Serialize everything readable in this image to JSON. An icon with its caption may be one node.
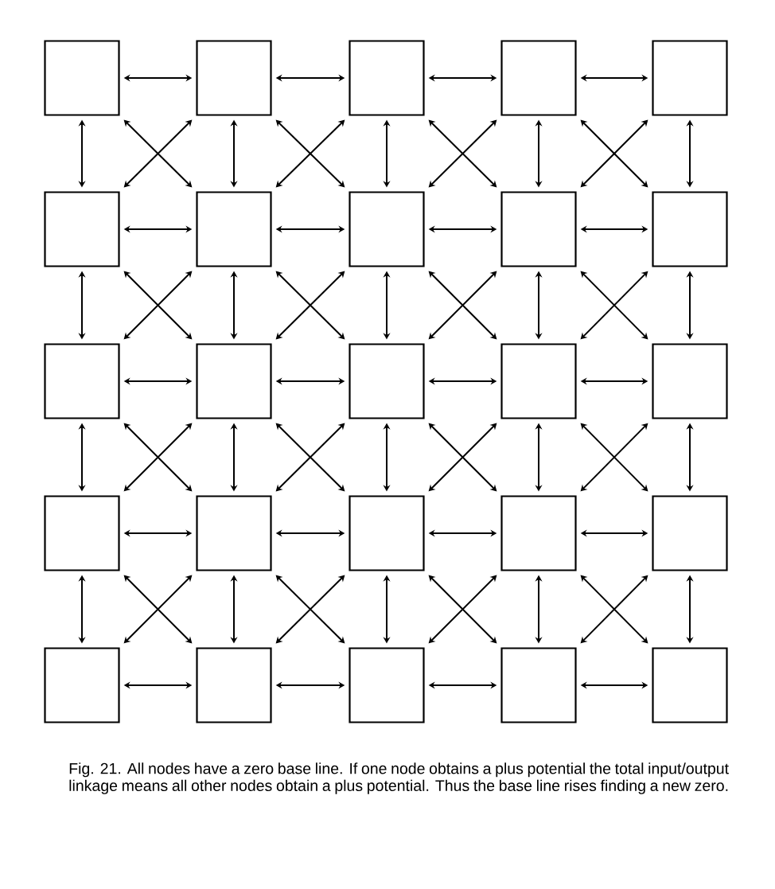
{
  "diagram": {
    "caption": "Fig. 21. All nodes have a zero base line. If one node obtains a plus potential the total input/output linkage means all other nodes obtain a plus potential. Thus the base line rises finding a new zero.",
    "nodes": [
      {
        "text": [],
        "shape": "box"
      },
      {
        "text": [],
        "shape": "box"
      },
      {
        "text": [],
        "shape": "box"
      },
      {
        "text": [],
        "shape": "box"
      },
      {
        "text": [],
        "shape": "box"
      },
      {
        "text": [],
        "shape": "box"
      },
      {
        "text": [],
        "shape": "box"
      },
      {
        "text": [],
        "shape": "box"
      },
      {
        "text": [],
        "shape": "box"
      },
      {
        "text": [],
        "shape": "box"
      },
      {
        "text": [],
        "shape": "box"
      },
      {
        "text": [],
        "shape": "box"
      },
      {
        "text": [],
        "shape": "box"
      },
      {
        "text": [],
        "shape": "box"
      },
      {
        "text": [],
        "shape": "box"
      },
      {
        "text": [],
        "shape": "box"
      },
      {
        "text": [],
        "shape": "box"
      },
      {
        "text": [],
        "shape": "box"
      },
      {
        "text": [],
        "shape": "box"
      },
      {
        "text": [],
        "shape": "box"
      },
      {
        "text": [],
        "shape": "box"
      },
      {
        "text": [],
        "shape": "box"
      },
      {
        "text": [],
        "shape": "box"
      },
      {
        "text": [],
        "shape": "box"
      },
      {
        "text": [],
        "shape": "box"
      }
    ],
    "edges": [
      {
        "from": 0,
        "to": 1,
        "arrow": "both"
      },
      {
        "from": 1,
        "to": 2,
        "arrow": "both"
      },
      {
        "from": 2,
        "to": 3,
        "arrow": "both"
      },
      {
        "from": 3,
        "to": 4,
        "arrow": "both"
      },
      {
        "from": 5,
        "to": 6,
        "arrow": "both"
      },
      {
        "from": 6,
        "to": 7,
        "arrow": "both"
      },
      {
        "from": 7,
        "to": 8,
        "arrow": "both"
      },
      {
        "from": 8,
        "to": 9,
        "arrow": "both"
      },
      {
        "from": 10,
        "to": 11,
        "arrow": "both"
      },
      {
        "from": 11,
        "to": 12,
        "arrow": "both"
      },
      {
        "from": 12,
        "to": 13,
        "arrow": "both"
      },
      {
        "from": 13,
        "to": 14,
        "arrow": "both"
      },
      {
        "from": 15,
        "to": 16,
        "arrow": "both"
      },
      {
        "from": 16,
        "to": 17,
        "arrow": "both"
      },
      {
        "from": 17,
        "to": 18,
        "arrow": "both"
      },
      {
        "from": 18,
        "to": 19,
        "arrow": "both"
      },
      {
        "from": 20,
        "to": 21,
        "arrow": "both"
      },
      {
        "from": 21,
        "to": 22,
        "arrow": "both"
      },
      {
        "from": 22,
        "to": 23,
        "arrow": "both"
      },
      {
        "from": 23,
        "to": 24,
        "arrow": "both"
      },
      {
        "from": 0,
        "to": 5,
        "arrow": "both"
      },
      {
        "from": 1,
        "to": 6,
        "arrow": "both"
      },
      {
        "from": 2,
        "to": 7,
        "arrow": "both"
      },
      {
        "from": 3,
        "to": 8,
        "arrow": "both"
      },
      {
        "from": 4,
        "to": 9,
        "arrow": "both"
      },
      {
        "from": 5,
        "to": 10,
        "arrow": "both"
      },
      {
        "from": 6,
        "to": 11,
        "arrow": "both"
      },
      {
        "from": 7,
        "to": 12,
        "arrow": "both"
      },
      {
        "from": 8,
        "to": 13,
        "arrow": "both"
      },
      {
        "from": 9,
        "to": 14,
        "arrow": "both"
      },
      {
        "from": 10,
        "to": 15,
        "arrow": "both"
      },
      {
        "from": 11,
        "to": 16,
        "arrow": "both"
      },
      {
        "from": 12,
        "to": 17,
        "arrow": "both"
      },
      {
        "from": 13,
        "to": 18,
        "arrow": "both"
      },
      {
        "from": 14,
        "to": 19,
        "arrow": "both"
      },
      {
        "from": 15,
        "to": 20,
        "arrow": "both"
      },
      {
        "from": 16,
        "to": 21,
        "arrow": "both"
      },
      {
        "from": 17,
        "to": 22,
        "arrow": "both"
      },
      {
        "from": 18,
        "to": 23,
        "arrow": "both"
      },
      {
        "from": 19,
        "to": 24,
        "arrow": "both"
      },
      {
        "from": 0,
        "to": 6,
        "arrow": "both"
      },
      {
        "from": 1,
        "to": 5,
        "arrow": "both"
      },
      {
        "from": 1,
        "to": 7,
        "arrow": "both"
      },
      {
        "from": 2,
        "to": 6,
        "arrow": "both"
      },
      {
        "from": 2,
        "to": 8,
        "arrow": "both"
      },
      {
        "from": 3,
        "to": 7,
        "arrow": "both"
      },
      {
        "from": 3,
        "to": 9,
        "arrow": "both"
      },
      {
        "from": 4,
        "to": 8,
        "arrow": "both"
      },
      {
        "from": 5,
        "to": 11,
        "arrow": "both"
      },
      {
        "from": 6,
        "to": 10,
        "arrow": "both"
      },
      {
        "from": 6,
        "to": 12,
        "arrow": "both"
      },
      {
        "from": 7,
        "to": 11,
        "arrow": "both"
      },
      {
        "from": 7,
        "to": 13,
        "arrow": "both"
      },
      {
        "from": 8,
        "to": 12,
        "arrow": "both"
      },
      {
        "from": 8,
        "to": 14,
        "arrow": "both"
      },
      {
        "from": 9,
        "to": 13,
        "arrow": "both"
      },
      {
        "from": 10,
        "to": 16,
        "arrow": "both"
      },
      {
        "from": 11,
        "to": 15,
        "arrow": "both"
      },
      {
        "from": 11,
        "to": 17,
        "arrow": "both"
      },
      {
        "from": 12,
        "to": 16,
        "arrow": "both"
      },
      {
        "from": 12,
        "to": 18,
        "arrow": "both"
      },
      {
        "from": 13,
        "to": 17,
        "arrow": "both"
      },
      {
        "from": 13,
        "to": 19,
        "arrow": "both"
      },
      {
        "from": 14,
        "to": 18,
        "arrow": "both"
      },
      {
        "from": 15,
        "to": 21,
        "arrow": "both"
      },
      {
        "from": 16,
        "to": 20,
        "arrow": "both"
      },
      {
        "from": 16,
        "to": 22,
        "arrow": "both"
      },
      {
        "from": 17,
        "to": 21,
        "arrow": "both"
      },
      {
        "from": 17,
        "to": 23,
        "arrow": "both"
      },
      {
        "from": 18,
        "to": 22,
        "arrow": "both"
      },
      {
        "from": 18,
        "to": 24,
        "arrow": "both"
      },
      {
        "from": 19,
        "to": 23,
        "arrow": "both"
      }
    ]
  }
}
